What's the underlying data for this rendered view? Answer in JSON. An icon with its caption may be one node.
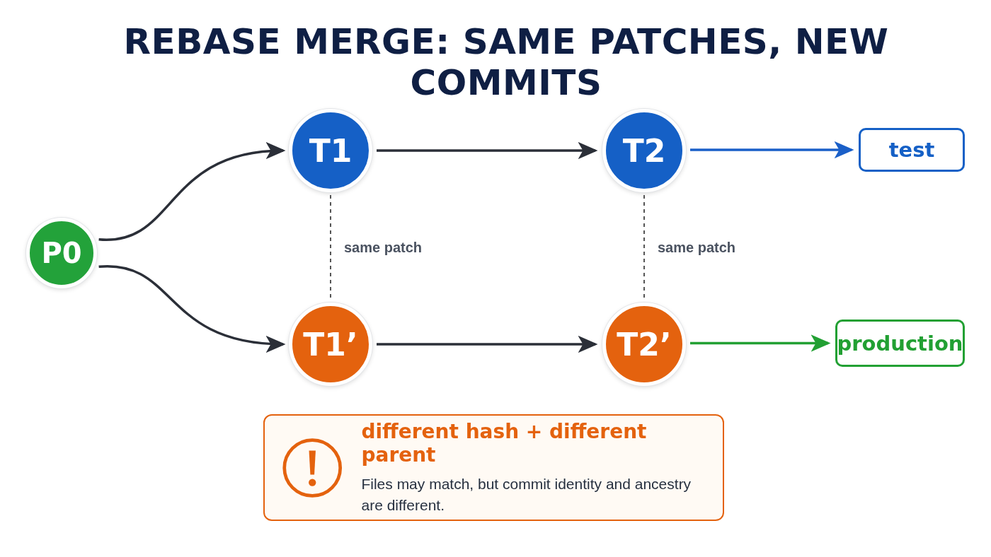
{
  "diagram": {
    "title": "REBASE MERGE: SAME PATCHES, NEW COMMITS",
    "nodes": [
      {
        "text": [
          "P0"
        ]
      },
      {
        "text": [
          "T1"
        ]
      },
      {
        "text": [
          "T2"
        ]
      },
      {
        "text": [
          "test"
        ]
      },
      {
        "text": [
          "T1’"
        ]
      },
      {
        "text": [
          "T2’"
        ]
      },
      {
        "text": [
          "production"
        ]
      },
      {
        "text": [
          "different hash + different parent",
          "Files may match, but commit identity and ancestry are different."
        ]
      }
    ],
    "edges": [
      {
        "from": 0,
        "to": 1,
        "arrow": "to"
      },
      {
        "from": 0,
        "to": 4,
        "arrow": "to"
      },
      {
        "from": 1,
        "to": 2,
        "arrow": "to"
      },
      {
        "from": 2,
        "to": 3,
        "arrow": "to",
        "color": "#1a5fc8"
      },
      {
        "from": 4,
        "to": 5,
        "arrow": "to"
      },
      {
        "from": 5,
        "to": 6,
        "arrow": "to",
        "color": "#22a033"
      },
      {
        "from": 1,
        "to": 4,
        "arrow": "none",
        "style": "dashed",
        "label": "same patch"
      },
      {
        "from": 2,
        "to": 5,
        "arrow": "none",
        "style": "dashed",
        "label": "same patch"
      }
    ]
  }
}
